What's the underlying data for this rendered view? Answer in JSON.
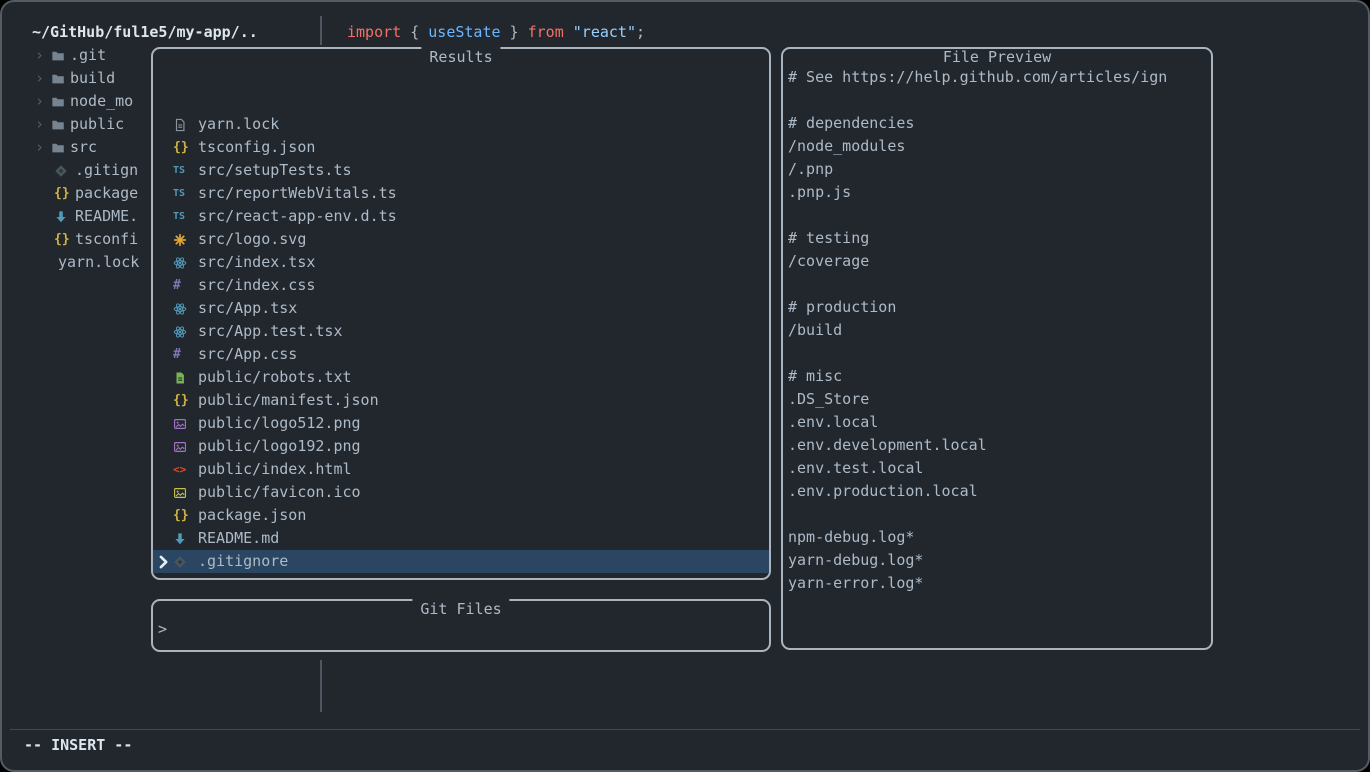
{
  "colors": {
    "bg": "#22272e",
    "fg": "#adbac7",
    "bright": "#dde6ee",
    "muted": "#768390",
    "panel_border": "#aab4be",
    "window_border": "#545b63",
    "selection": "#2b4663",
    "separator": "#4e5761",
    "statusline_border": "#414a54",
    "keyword": "#f47067",
    "function": "#6cb6ff",
    "string": "#96d0ff"
  },
  "icon_colors": {
    "chevron": "#545d68",
    "folder": "#768390",
    "doc": "#8b949e",
    "json": "#d2b344",
    "ts": "#519aba",
    "svg": "#dfa336",
    "react": "#519aba",
    "css": "#8276b5",
    "txt": "#77b352",
    "image": "#a074c4",
    "html": "#e44d26",
    "ico": "#c2c24a",
    "markdown": "#519aba",
    "gitignore": "#49565e",
    "caret": "#e6edf3"
  },
  "top_bar": {
    "path": "~/GitHub/ful1e5/my-app/..",
    "code_tokens": [
      {
        "text": "import",
        "color": "#f47067"
      },
      {
        "text": " { ",
        "color": "#adbac7"
      },
      {
        "text": "useState",
        "color": "#6cb6ff"
      },
      {
        "text": " } ",
        "color": "#adbac7"
      },
      {
        "text": "from",
        "color": "#f47067"
      },
      {
        "text": " ",
        "color": "#adbac7"
      },
      {
        "text": "\"react\"",
        "color": "#96d0ff"
      },
      {
        "text": ";",
        "color": "#adbac7"
      }
    ]
  },
  "sidebar": {
    "items": [
      {
        "type": "folder",
        "chevron": "›",
        "icon": "folder",
        "name": ".git"
      },
      {
        "type": "folder",
        "chevron": "›",
        "icon": "folder",
        "name": "build"
      },
      {
        "type": "folder",
        "chevron": "›",
        "icon": "folder",
        "name": "node_mo"
      },
      {
        "type": "folder",
        "chevron": "›",
        "icon": "folder",
        "name": "public"
      },
      {
        "type": "folder",
        "chevron": "›",
        "icon": "folder",
        "name": "src"
      },
      {
        "type": "file",
        "icon": "gitignore",
        "name": ".gitign"
      },
      {
        "type": "file",
        "icon": "json",
        "name": "package"
      },
      {
        "type": "file",
        "icon": "markdown",
        "name": "README."
      },
      {
        "type": "file",
        "icon": "json",
        "name": "tsconfi"
      },
      {
        "type": "file",
        "icon": "none",
        "name": "yarn.lock"
      }
    ]
  },
  "results": {
    "title": "Results",
    "items": [
      {
        "icon": "doc",
        "name": "yarn.lock",
        "selected": false
      },
      {
        "icon": "json",
        "name": "tsconfig.json",
        "selected": false
      },
      {
        "icon": "ts",
        "name": "src/setupTests.ts",
        "selected": false
      },
      {
        "icon": "ts",
        "name": "src/reportWebVitals.ts",
        "selected": false
      },
      {
        "icon": "ts",
        "name": "src/react-app-env.d.ts",
        "selected": false
      },
      {
        "icon": "svg",
        "name": "src/logo.svg",
        "selected": false
      },
      {
        "icon": "react",
        "name": "src/index.tsx",
        "selected": false
      },
      {
        "icon": "css",
        "name": "src/index.css",
        "selected": false
      },
      {
        "icon": "react",
        "name": "src/App.tsx",
        "selected": false
      },
      {
        "icon": "react",
        "name": "src/App.test.tsx",
        "selected": false
      },
      {
        "icon": "css",
        "name": "src/App.css",
        "selected": false
      },
      {
        "icon": "txt",
        "name": "public/robots.txt",
        "selected": false
      },
      {
        "icon": "json",
        "name": "public/manifest.json",
        "selected": false
      },
      {
        "icon": "image",
        "name": "public/logo512.png",
        "selected": false
      },
      {
        "icon": "image",
        "name": "public/logo192.png",
        "selected": false
      },
      {
        "icon": "html",
        "name": "public/index.html",
        "selected": false
      },
      {
        "icon": "ico",
        "name": "public/favicon.ico",
        "selected": false
      },
      {
        "icon": "json",
        "name": "package.json",
        "selected": false
      },
      {
        "icon": "markdown",
        "name": "README.md",
        "selected": false
      },
      {
        "icon": "gitignore",
        "name": ".gitignore",
        "selected": true
      }
    ]
  },
  "prompt": {
    "title": "Git Files",
    "char": ">"
  },
  "preview": {
    "title": "File Preview",
    "lines": [
      "# See https://help.github.com/articles/ign",
      "",
      "# dependencies",
      "/node_modules",
      "/.pnp",
      ".pnp.js",
      "",
      "# testing",
      "/coverage",
      "",
      "# production",
      "/build",
      "",
      "# misc",
      ".DS_Store",
      ".env.local",
      ".env.development.local",
      ".env.test.local",
      ".env.production.local",
      "",
      "npm-debug.log*",
      "yarn-debug.log*",
      "yarn-error.log*"
    ]
  },
  "statusline": {
    "mode": "-- INSERT --"
  }
}
